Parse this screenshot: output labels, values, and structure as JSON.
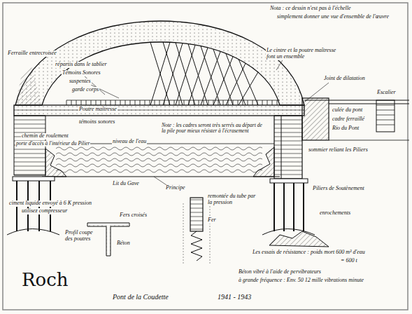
{
  "diagram": {
    "caption": "Pont de la Coudette",
    "labels": [
      "Nota : ce dessin n'est pas à l'échelle",
      "simplement donner une vue d'ensemble de l'œuvre",
      "Ferraille entrecroisée",
      "répartis dans le tablier",
      "Témoins Sonores",
      "suspentes",
      "garde corps",
      "Poutre maîtresse",
      "témoins sonores",
      "chemin de roulement",
      "porte d'accès à l'intérieur du Pilier",
      "Lit du Gave",
      "ciment liquide envoyé à 6 K pression",
      "utilisez compresseur",
      "Fers croisés",
      "Profil coupe des poutres",
      "Béton",
      "Principe",
      "remontée du tube par la pression",
      "Fer",
      "Le cintre et la poutre maîtresse font un ensemble",
      "Joint de dilatation",
      "Escalier",
      "culée du pont",
      "cadre ferraillé",
      "Rio du Pont",
      "Note : les cadres seront très serrés au départ de la pile pour mieux résister à l'écrasement",
      "niveau de l'eau",
      "sommier reliant les Piliers",
      "Piliers de Soutènement",
      "enrochements",
      "Les essais de résistance : poids mort 600 m³ d'eau",
      "= 600 t",
      "Béton vibré à l'aide de pervibrateurs",
      "à grande fréquence : Env. 50 12 mille vibrations minute",
      "Roch",
      "1941 - 1943"
    ]
  }
}
